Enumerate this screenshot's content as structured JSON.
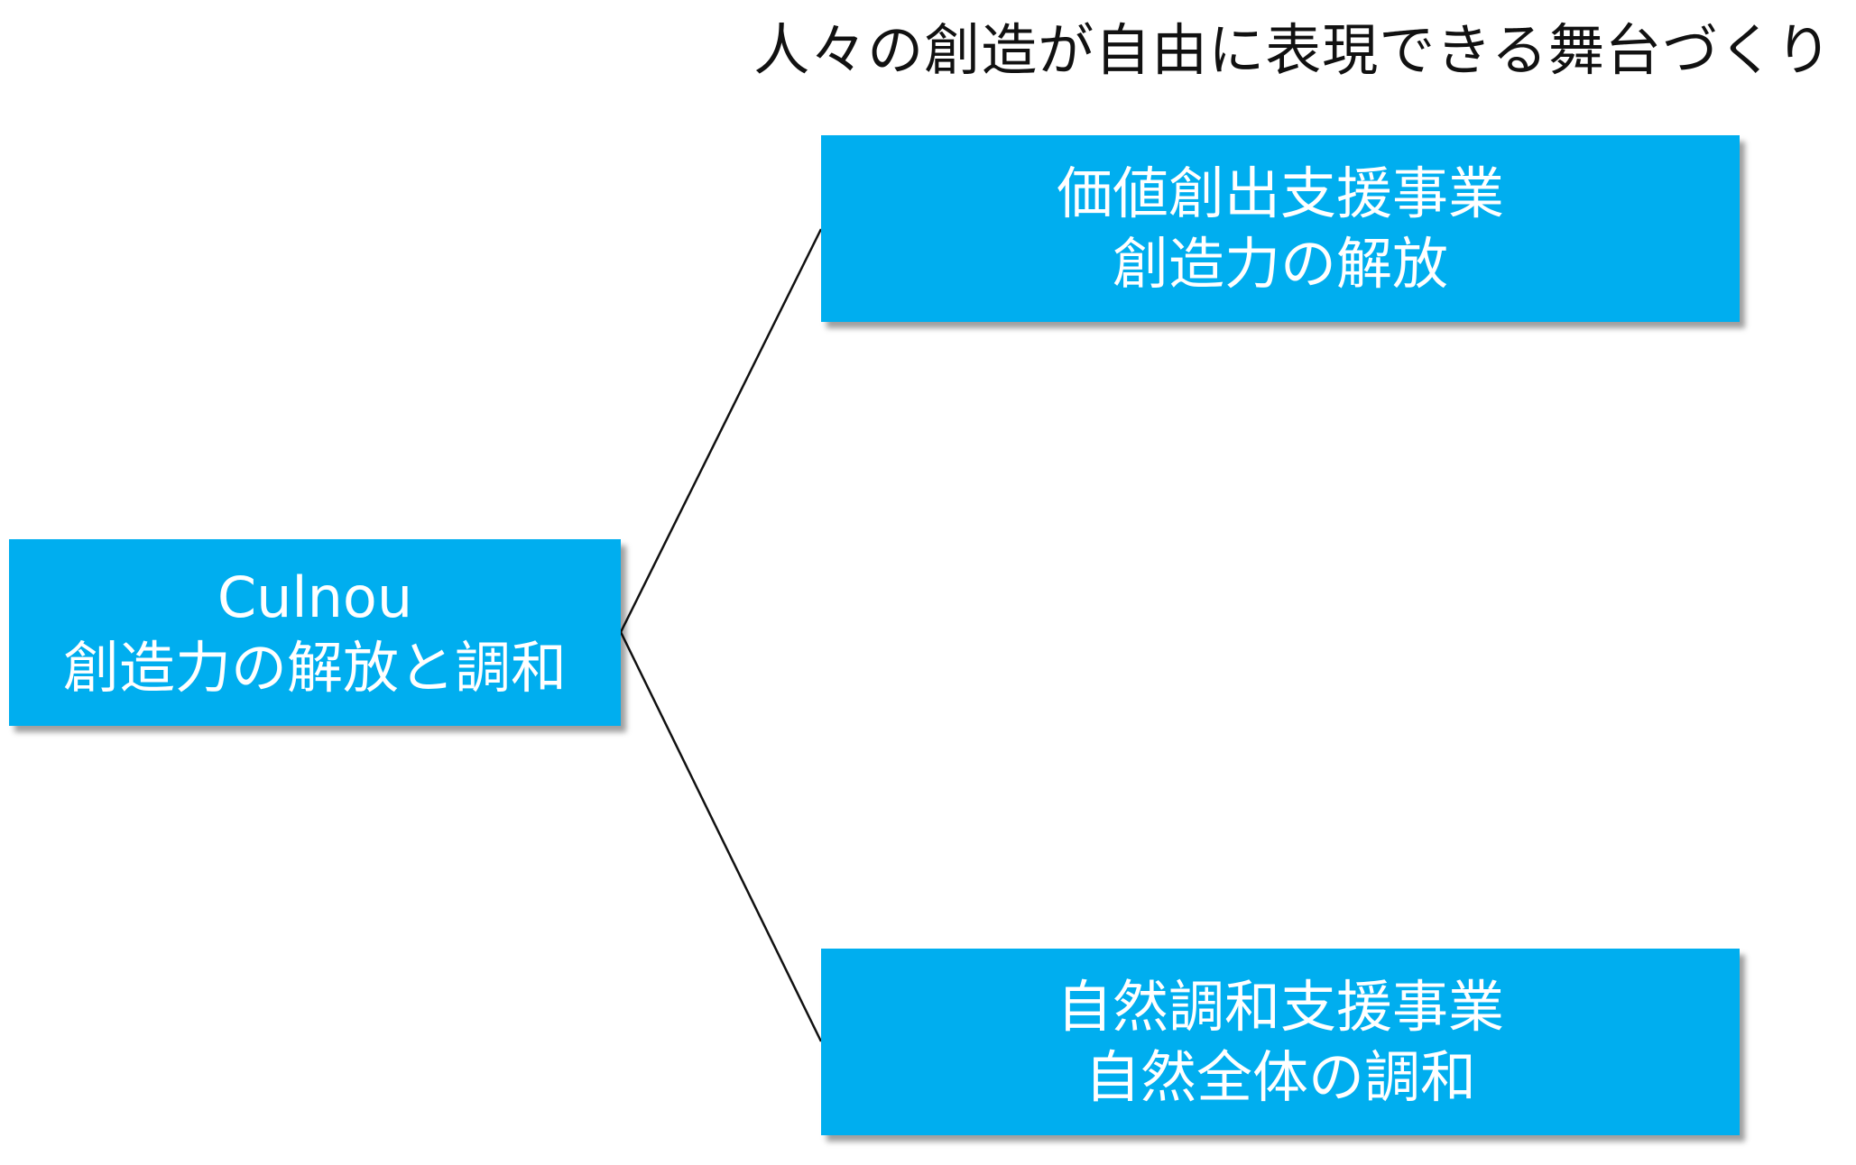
{
  "tagline": "人々の創造が自由に表現できる舞台づくり",
  "root": {
    "line1": "Culnou",
    "line2": "創造力の解放と調和"
  },
  "branches": [
    {
      "line1": "価値創出支援事業",
      "line2": "創造力の解放"
    },
    {
      "line1": "自然調和支援事業",
      "line2": "自然全体の調和"
    }
  ],
  "colors": {
    "node_fill": "#00aeef",
    "node_text": "#ffffff",
    "connector": "#111111",
    "tagline": "#111111"
  }
}
